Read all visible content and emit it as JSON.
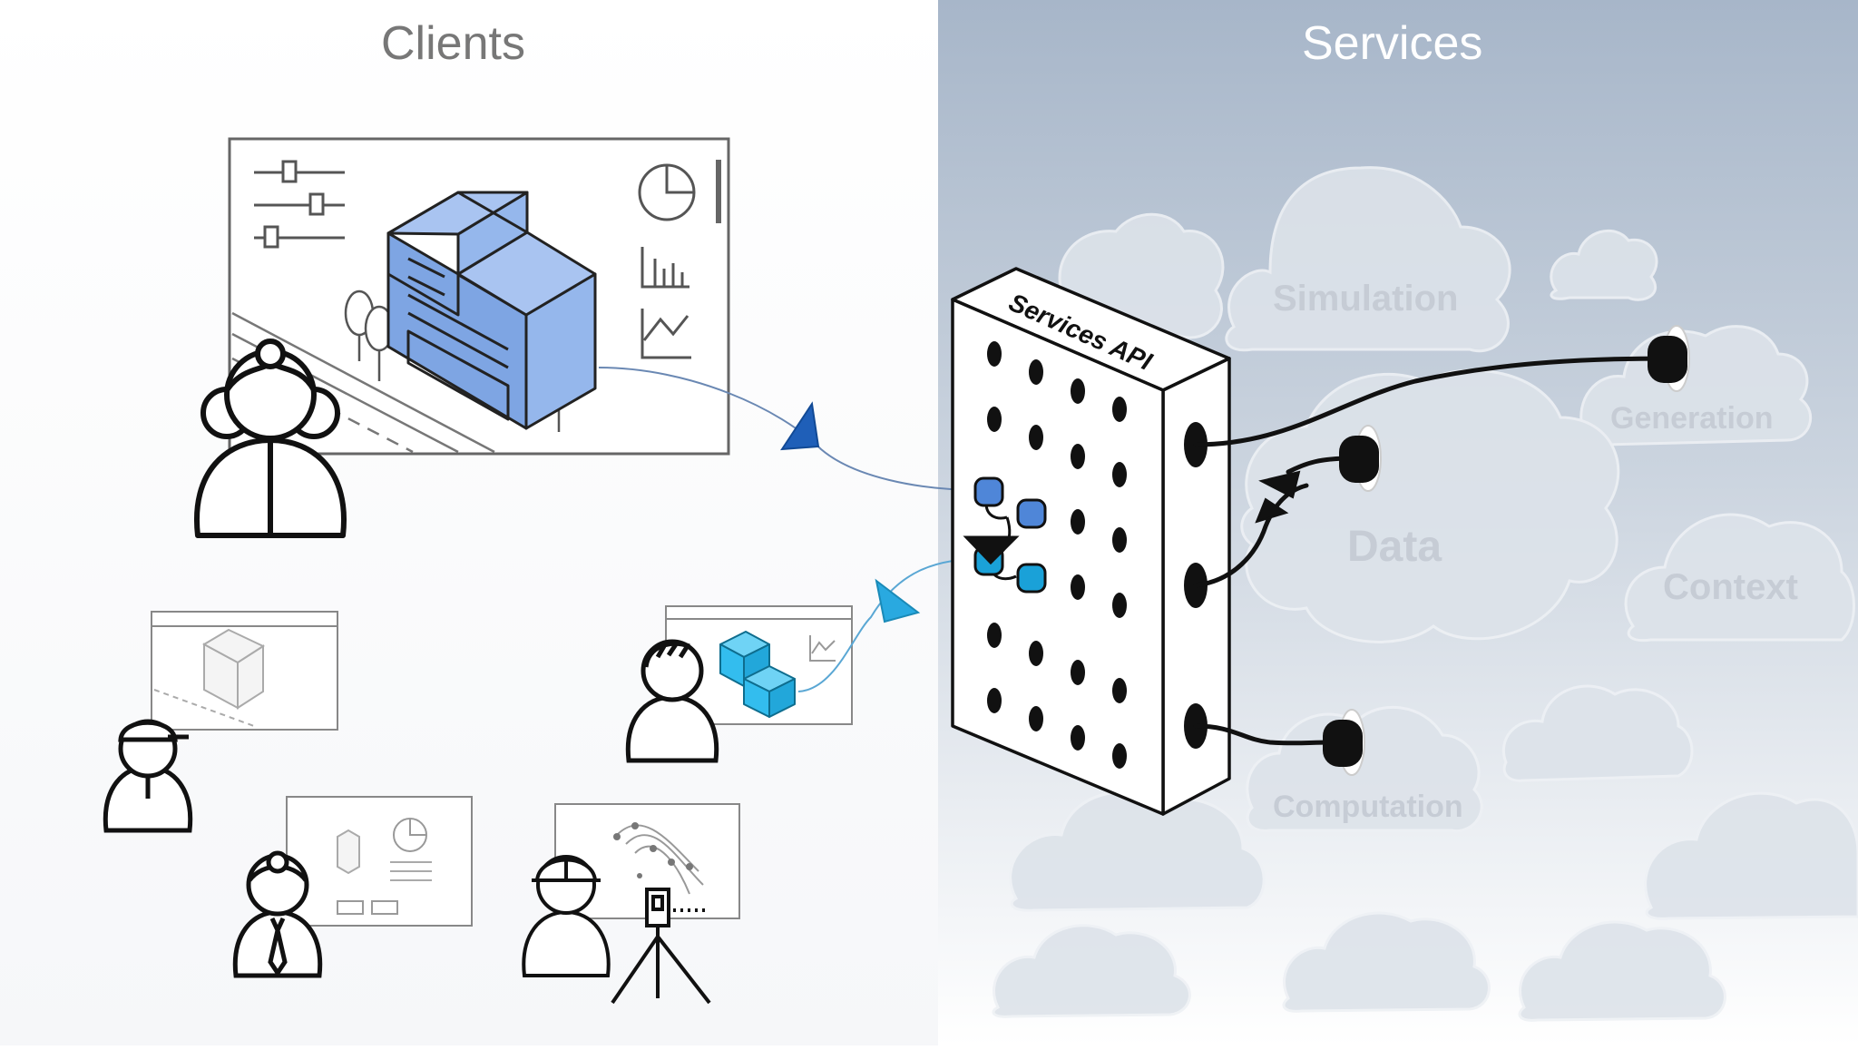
{
  "headings": {
    "clients": "Clients",
    "services": "Services"
  },
  "api": {
    "label": "Services API"
  },
  "clouds": {
    "simulation": "Simulation",
    "generation": "Generation",
    "data": "Data",
    "context": "Context",
    "computation": "Computation"
  },
  "colors": {
    "services_bg_top": "#a8b7ca",
    "services_bg_bottom": "#ffffff",
    "clients_bg": "#ffffff",
    "building_blue": "#8db2ec",
    "cube_cyan": "#33c1f0",
    "arrow_blue": "#1f5fb8",
    "arrow_cyan": "#29a9e0",
    "cloud_text": "#c5cbd4"
  },
  "icons": [
    "sliders-icon",
    "pie-chart-icon",
    "bar-chart-icon",
    "line-chart-icon",
    "building-icon",
    "tree-icon",
    "woman-user-icon",
    "engineer-user-icon",
    "businessman-user-icon",
    "surveyor-user-icon",
    "developer-user-icon",
    "tripod-scanner-icon",
    "cloud-icon",
    "plug-icon",
    "network-node-icon"
  ]
}
